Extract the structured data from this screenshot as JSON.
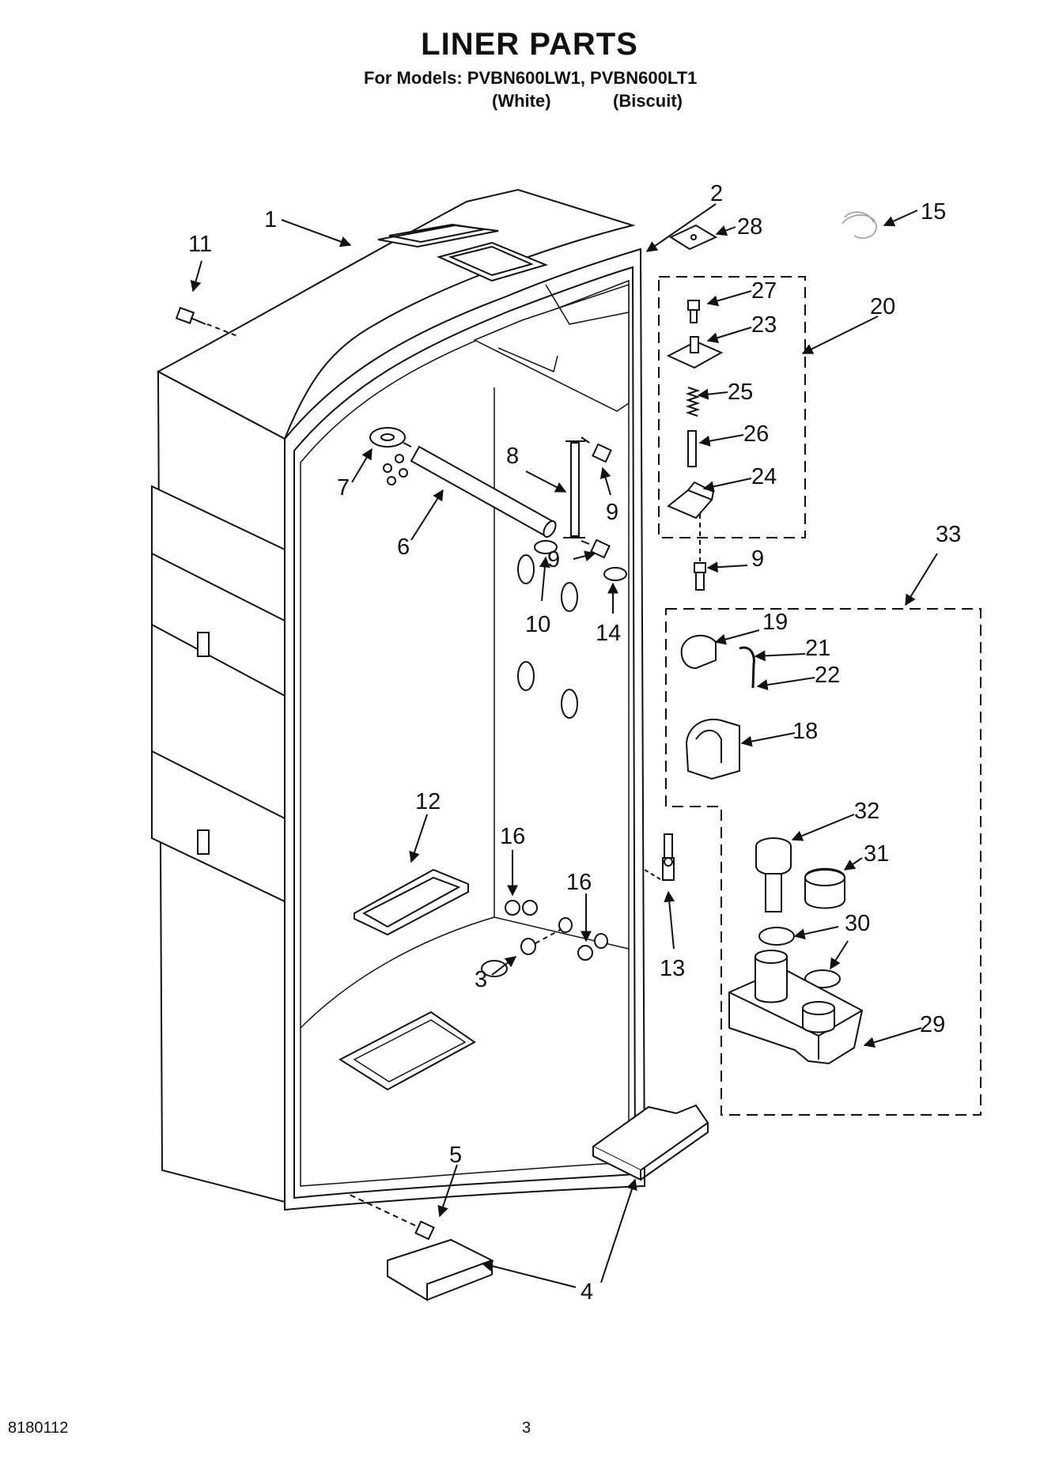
{
  "title": "LINER PARTS",
  "models_line": "For Models: PVBN600LW1, PVBN600LT1",
  "variants": [
    "(White)",
    "(Biscuit)"
  ],
  "footer": {
    "doc_number": "8180112",
    "page": "3"
  },
  "part_labels": {
    "p1": "1",
    "p2": "2",
    "p3": "3",
    "p4a": "4",
    "p5": "5",
    "p6": "6",
    "p7": "7",
    "p8": "8",
    "p9a": "9",
    "p9b": "9",
    "p9c": "9",
    "p10": "10",
    "p11": "11",
    "p12": "12",
    "p13": "13",
    "p14": "14",
    "p15": "15",
    "p16a": "16",
    "p16b": "16",
    "p18": "18",
    "p19": "19",
    "p20": "20",
    "p21": "21",
    "p22": "22",
    "p23": "23",
    "p24": "24",
    "p25": "25",
    "p26": "26",
    "p27": "27",
    "p28": "28",
    "p29": "29",
    "p30": "30",
    "p31": "31",
    "p32": "32",
    "p33": "33"
  }
}
